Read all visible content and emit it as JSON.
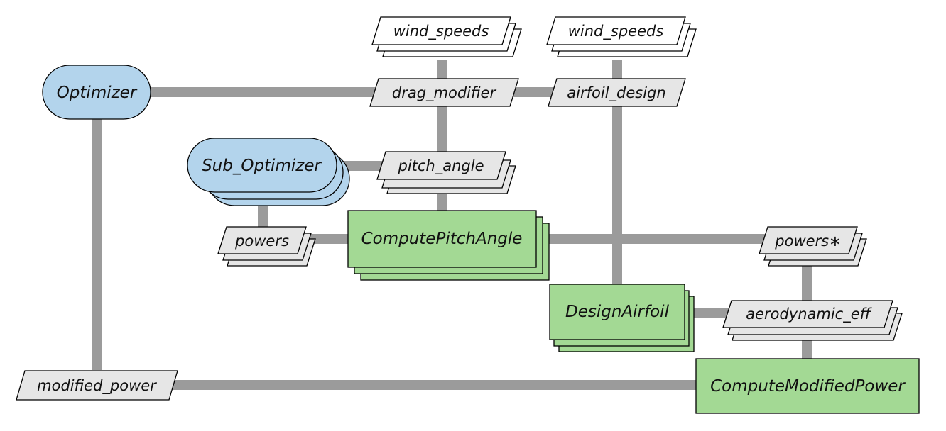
{
  "diagram": {
    "optimizer": "Optimizer",
    "sub_optimizer": "Sub_Optimizer",
    "wind_speeds_1": "wind_speeds",
    "wind_speeds_2": "wind_speeds",
    "drag_modifier": "drag_modifier",
    "airfoil_design": "airfoil_design",
    "pitch_angle": "pitch_angle",
    "powers": "powers",
    "compute_pitch_angle": "ComputePitchAngle",
    "powers_star": "powers∗",
    "design_airfoil": "DesignAirfoil",
    "aerodynamic_eff": "aerodynamic_eff",
    "modified_power": "modified_power",
    "compute_modified_power": "ComputeModifiedPower"
  },
  "colors": {
    "optimizer_fill": "#b3d4ec",
    "component_fill": "#a3d994",
    "variable_fill": "#e6e6e6",
    "input_fill": "#ffffff",
    "connection": "#9b9b9b"
  }
}
